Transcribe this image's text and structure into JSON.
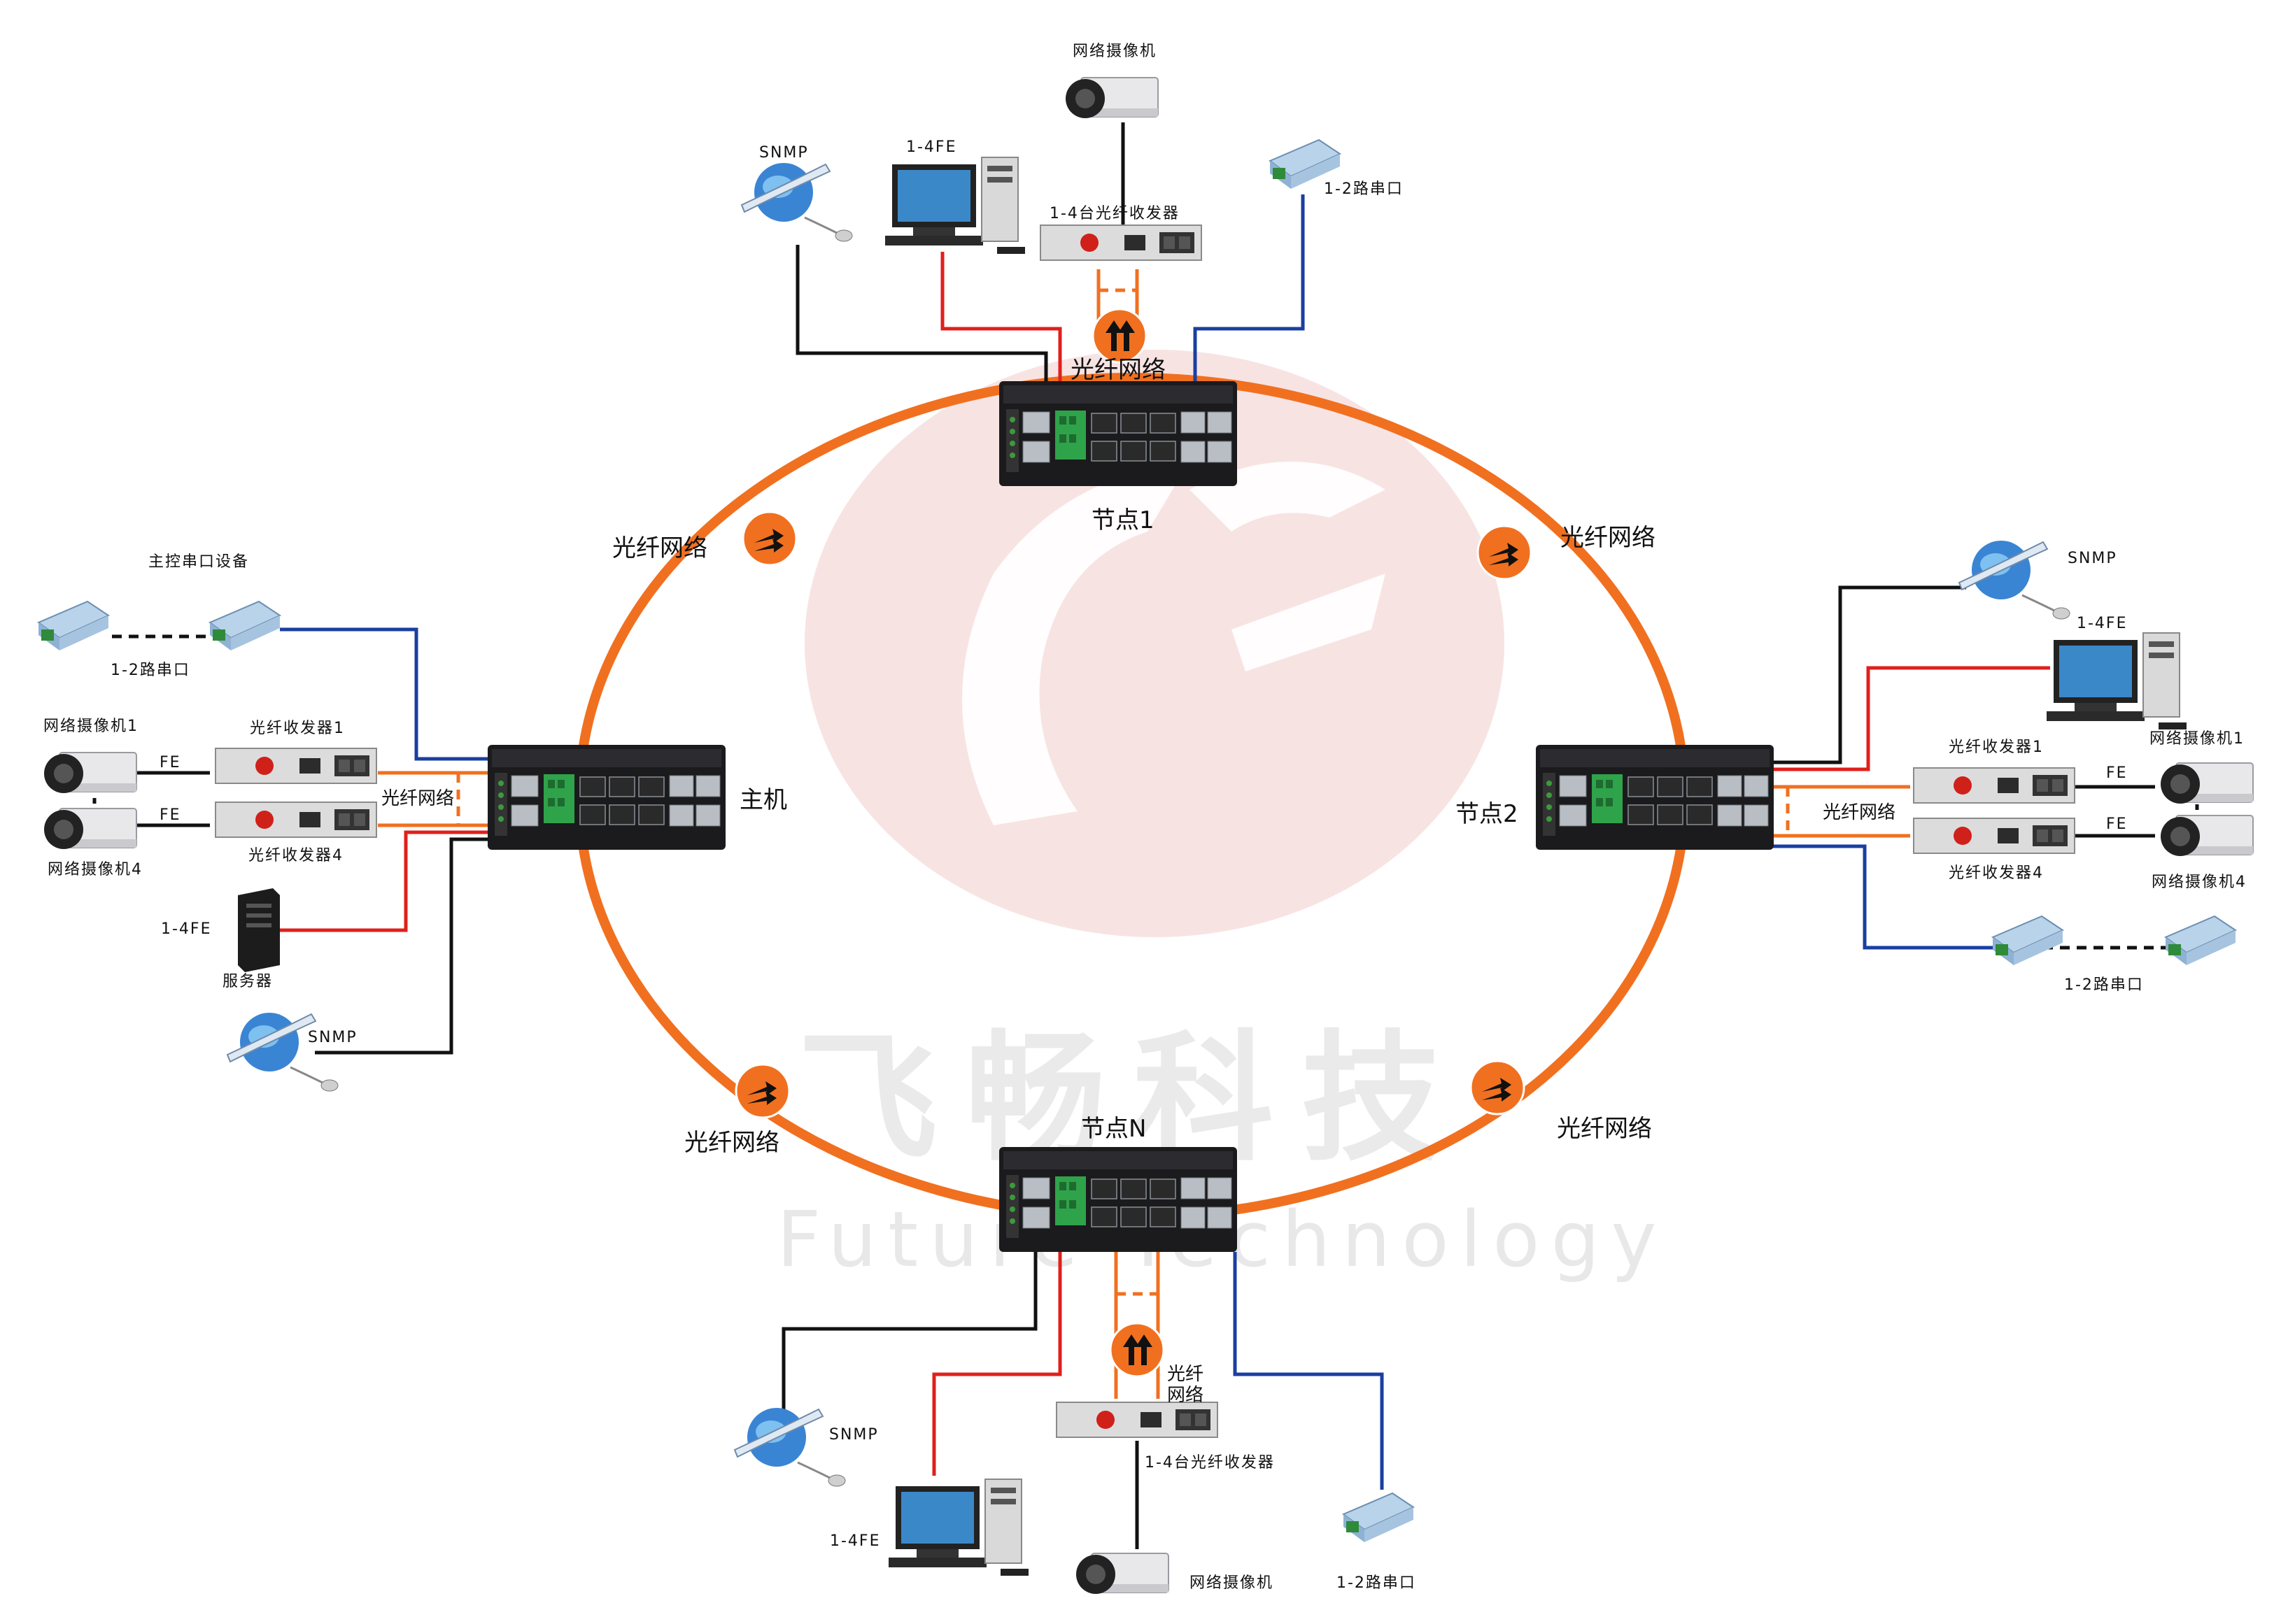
{
  "watermark": {
    "cn": "飞畅科技",
    "en": "Future Technology"
  },
  "ring_label": "光纤网络",
  "nodes": {
    "master": "主机",
    "node1": "节点1",
    "node2": "节点2",
    "nodeN": "节点N"
  },
  "devices": {
    "camera": "网络摄像机",
    "camera1": "网络摄像机1",
    "camera4": "网络摄像机4",
    "transceiver_1_4": "1-4台光纤收发器",
    "transceiver1": "光纤收发器1",
    "transceiver4": "光纤收发器4",
    "serial_1_2": "1-2路串口",
    "fe_1_4": "1-4FE",
    "fe": "FE",
    "snmp": "SNMP",
    "server": "服务器",
    "master_serial": "主控串口设备",
    "fiber_net": "光纤网络",
    "fiber_net_split": [
      "光纤",
      "网络"
    ]
  },
  "colors": {
    "ring": "#f07020",
    "red_line": "#e0201c",
    "blue_line": "#1a3fa0",
    "black_line": "#111111",
    "watermark_red": "#f6dcdc"
  },
  "icons": [
    "switch-icon",
    "camera-icon",
    "computer-icon",
    "snmp-globe-icon",
    "serial-converter-icon",
    "media-converter-icon",
    "server-icon",
    "fiber-badge-icon"
  ]
}
